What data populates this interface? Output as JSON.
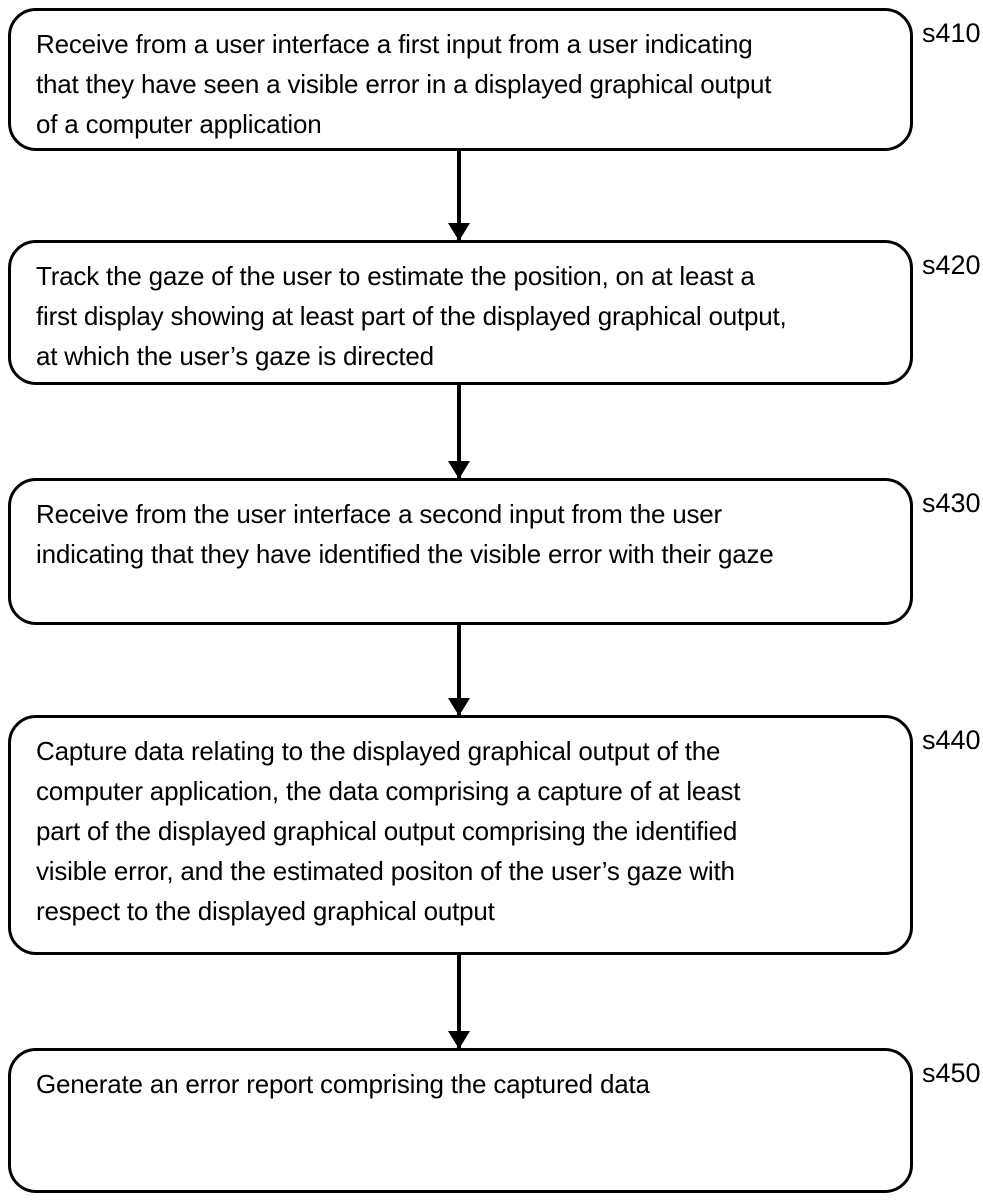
{
  "colors": {
    "stroke": "#000000",
    "text": "#000000",
    "background": "#ffffff"
  },
  "figure": {
    "steps": [
      {
        "label": "s410",
        "text": "Receive from a user interface a first input from a user indicating\nthat they have seen a visible error in a displayed graphical output\nof a computer application"
      },
      {
        "label": "s420",
        "text": "Track the gaze of the user to estimate the position, on at least a\nfirst display showing at least part of the displayed graphical output,\nat which the user’s gaze is directed"
      },
      {
        "label": "s430",
        "text": "Receive from the user interface a second input from the user\nindicating that they have identified the visible error with their gaze"
      },
      {
        "label": "s440",
        "text": "Capture data relating to the displayed graphical output of the\ncomputer application, the data comprising a capture of at least\npart of the displayed graphical output comprising the identified\nvisible error, and the estimated positon of the user’s gaze with\nrespect to the displayed graphical output"
      },
      {
        "label": "s450",
        "text": "Generate an error report comprising the captured data"
      }
    ]
  }
}
